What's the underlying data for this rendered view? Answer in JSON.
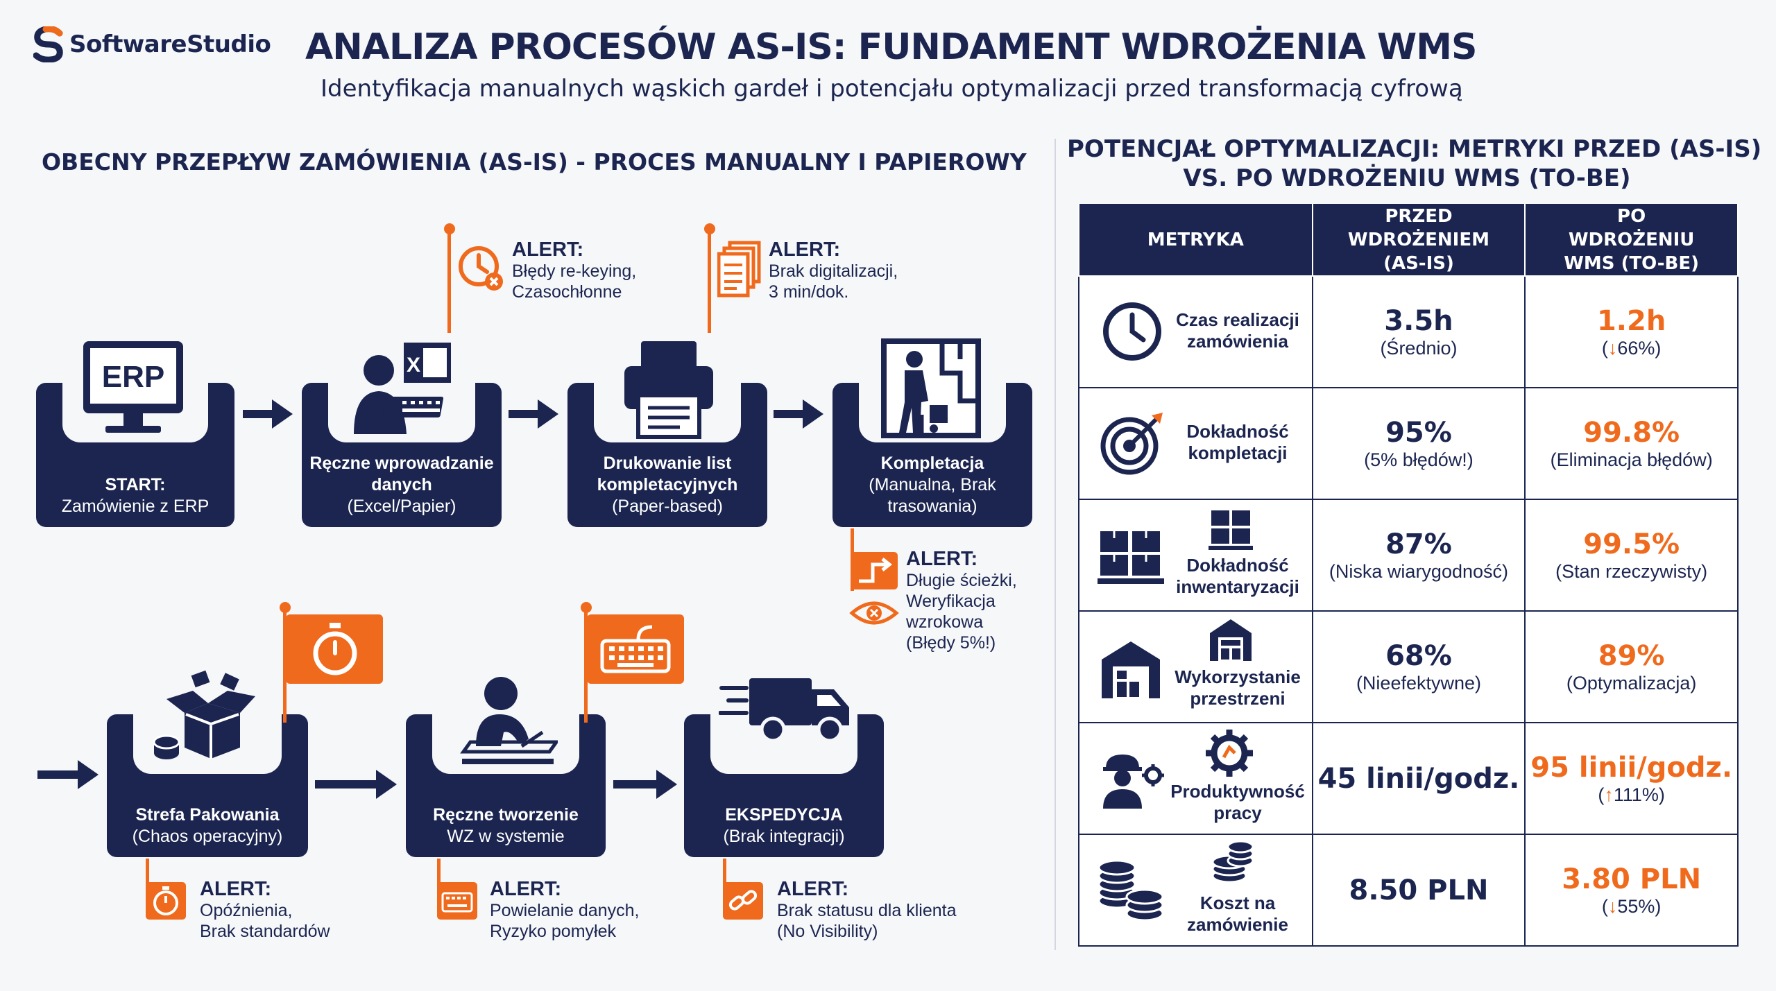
{
  "header": {
    "logo_text": "SoftwareStudio",
    "title": "ANALIZA PROCESÓW AS-IS: FUNDAMENT WDROŻENIA WMS",
    "subtitle": "Identyfikacja manualnych wąskich gardeł i potencjału optymalizacji przed transformacją cyfrową"
  },
  "left_section": {
    "title": "OBECNY PRZEPŁYW ZAMÓWIENIA (AS-IS) - PROCES MANUALNY I PAPIEROWY",
    "steps": [
      {
        "bold": "START:",
        "text": "Zamówienie z ERP",
        "icon": "erp-monitor-icon",
        "icon_text": "ERP"
      },
      {
        "bold": "Ręczne wprowadzanie danych",
        "text": "(Excel/Papier)",
        "icon": "person-excel-keyboard-icon"
      },
      {
        "bold": "Drukowanie list kompletacyjnych",
        "text": "(Paper-based)",
        "icon": "printer-icon"
      },
      {
        "bold": "Kompletacja",
        "text": "(Manualna, Brak trasowania)",
        "icon": "warehouse-picker-icon"
      },
      {
        "bold": "Strefa Pakowania",
        "text": "(Chaos operacyjny)",
        "icon": "open-boxes-icon"
      },
      {
        "bold": "Ręczne tworzenie",
        "text": "WZ w systemie",
        "icon": "person-writing-icon"
      },
      {
        "bold": "EKSPEDYCJA",
        "text": "(Brak integracji)",
        "icon": "delivery-truck-icon"
      }
    ],
    "alerts": [
      {
        "title": "ALERT:",
        "line1": "Błędy re-keying,",
        "line2": "Czasochłonne",
        "icon": "clock-error-icon"
      },
      {
        "title": "ALERT:",
        "line1": "Brak digitalizacji,",
        "line2": "3 min/dok.",
        "icon": "documents-icon"
      },
      {
        "title": "ALERT:",
        "line1": "Długie ścieżki,",
        "line2": "Weryfikacja",
        "line3": "wzrokowa",
        "line4": "(Błędy 5%!)",
        "icon": "route-eye-icon"
      },
      {
        "title": "ALERT:",
        "line1": "Opóźnienia,",
        "line2": "Brak standardów",
        "icon": "stopwatch-icon"
      },
      {
        "title": "ALERT:",
        "line1": "Powielanie danych,",
        "line2": "Ryzyko pomyłek",
        "icon": "keyboard-icon"
      },
      {
        "title": "ALERT:",
        "line1": "Brak statusu dla klienta",
        "line2": "(No Visibility)",
        "icon": "broken-link-icon"
      }
    ]
  },
  "right_section": {
    "title_line1": "POTENCJAŁ OPTYMALIZACJI: METRYKI PRZED (AS-IS)",
    "title_line2": "VS. PO WDROŻENIU WMS (TO-BE)",
    "headers": [
      "METRYKA",
      "PRZED WDROŻENIEM (AS-IS)",
      "PO WDROŻENIU WMS (TO-BE)"
    ],
    "rows": [
      {
        "metric": "Czas realizacji zamówienia",
        "icon": "clock-icon",
        "before": "3.5h",
        "before_note": "(Średnio)",
        "after": "1.2h",
        "after_note": "66%",
        "after_dir": "down"
      },
      {
        "metric": "Dokładność kompletacji",
        "icon": "target-icon",
        "before": "95%",
        "before_note": "(5% błędów!)",
        "after": "99.8%",
        "after_note": "(Eliminacja błędów)"
      },
      {
        "metric": "Dokładność inwentaryzacji",
        "icon": "pallet-boxes-icon",
        "before": "87%",
        "before_note": "(Niska wiarygodność)",
        "after": "99.5%",
        "after_note": "(Stan rzeczywisty)"
      },
      {
        "metric": "Wykorzystanie przestrzeni",
        "icon": "warehouse-icon",
        "before": "68%",
        "before_note": "(Nieefektywne)",
        "after": "89%",
        "after_note": "(Optymalizacja)"
      },
      {
        "metric": "Produktywność pracy",
        "icon": "worker-gear-icon",
        "before": "45 linii/godz.",
        "before_note": "",
        "after": "95 linii/godz.",
        "after_note": "111%",
        "after_dir": "up"
      },
      {
        "metric": "Koszt na zamówienie",
        "icon": "coins-icon",
        "before": "8.50 PLN",
        "before_note": "",
        "after": "3.80 PLN",
        "after_note": "55%",
        "after_dir": "down"
      }
    ]
  },
  "colors": {
    "navy": "#1b2550",
    "orange": "#ef6a1c",
    "background": "#f6f7f9"
  }
}
